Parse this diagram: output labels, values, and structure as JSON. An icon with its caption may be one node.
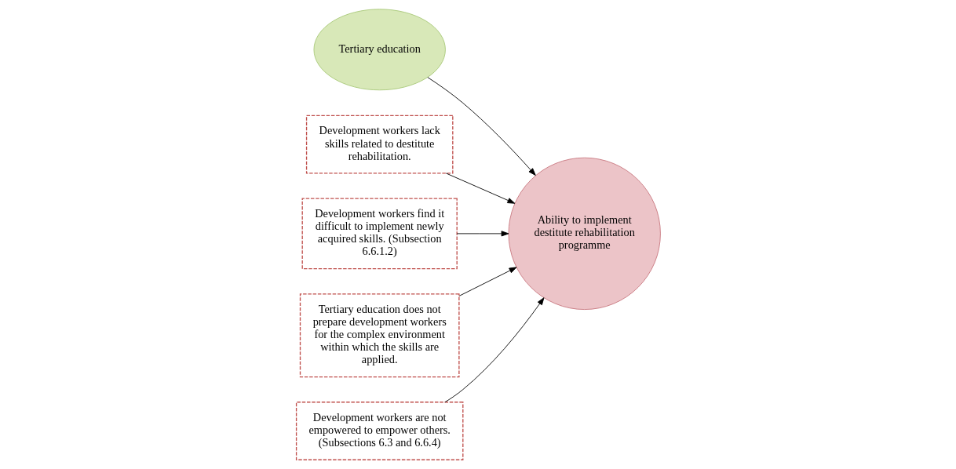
{
  "diagram": {
    "nodes": [
      {
        "text": [
          "Tertiary education"
        ]
      },
      {
        "text": [
          "Development workers lack skills related to destitute rehabilitation."
        ]
      },
      {
        "text": [
          "Development workers find it difficult to implement newly acquired skills. (Subsection 6.6.1.2)"
        ]
      },
      {
        "text": [
          "Tertiary education does not prepare development workers for the complex environment within which the skills are applied."
        ]
      },
      {
        "text": [
          "Development workers are not empowered to empower others. (Subsections 6.3 and 6.6.4)"
        ]
      },
      {
        "text": [
          "Ability to implement destitute rehabilitation programme"
        ]
      }
    ],
    "edges": [
      {
        "from": 0,
        "to": 5,
        "arrow": "to"
      },
      {
        "from": 1,
        "to": 5,
        "arrow": "to"
      },
      {
        "from": 2,
        "to": 5,
        "arrow": "to"
      },
      {
        "from": 3,
        "to": 5,
        "arrow": "to"
      },
      {
        "from": 4,
        "to": 5,
        "arrow": "to"
      }
    ]
  }
}
